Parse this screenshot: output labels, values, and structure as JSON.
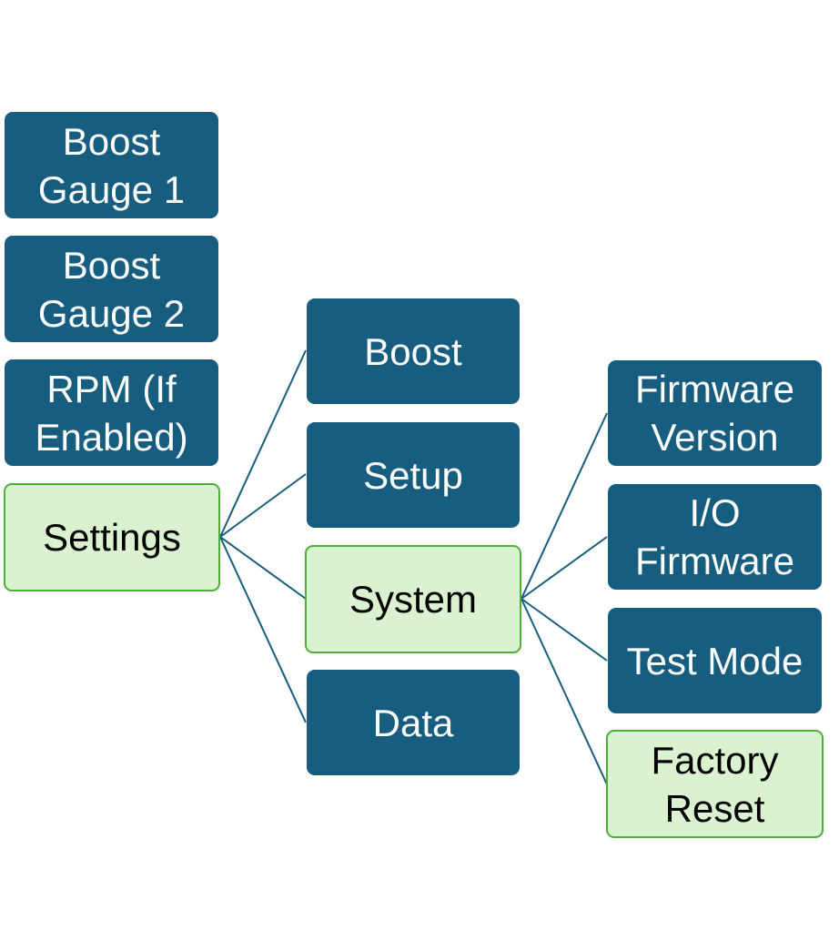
{
  "colors": {
    "dark_node_fill": "#175d7f",
    "dark_node_text": "#ffffff",
    "highlight_node_fill": "#daf2d0",
    "highlight_node_border": "#4fae3a",
    "connector": "#175d7f"
  },
  "menu": {
    "level1": [
      {
        "label": "Boost\nGauge 1",
        "highlighted": false
      },
      {
        "label": "Boost\nGauge 2",
        "highlighted": false
      },
      {
        "label": "RPM (If\nEnabled)",
        "highlighted": false
      },
      {
        "label": "Settings",
        "highlighted": true
      }
    ],
    "level2": [
      {
        "label": "Boost",
        "highlighted": false
      },
      {
        "label": "Setup",
        "highlighted": false
      },
      {
        "label": "System",
        "highlighted": true
      },
      {
        "label": "Data",
        "highlighted": false
      }
    ],
    "level3": [
      {
        "label": "Firmware\nVersion",
        "highlighted": false
      },
      {
        "label": "I/O\nFirmware",
        "highlighted": false
      },
      {
        "label": "Test Mode",
        "highlighted": false
      },
      {
        "label": "Factory\nReset",
        "highlighted": true
      }
    ]
  }
}
